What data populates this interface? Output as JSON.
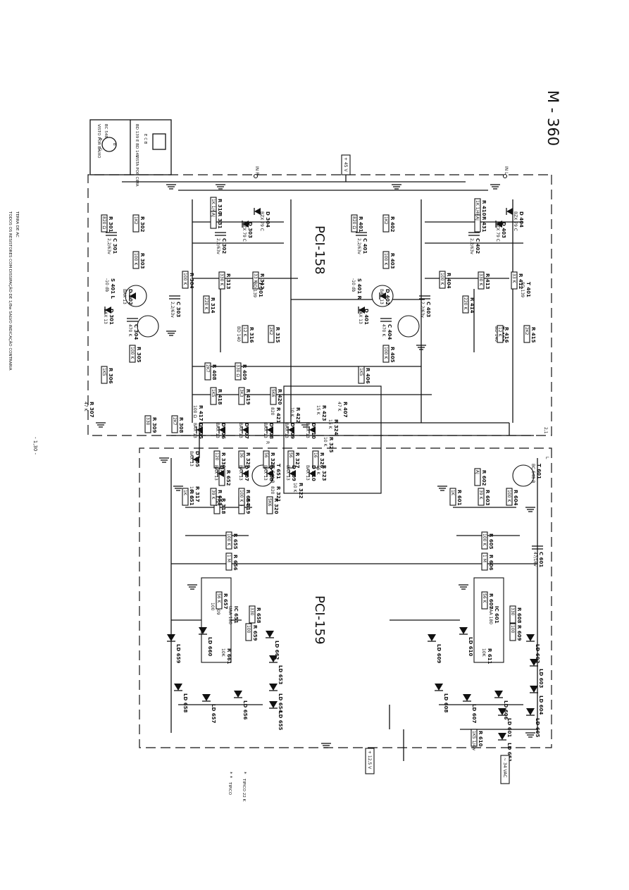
{
  "page": {
    "model": "M - 360",
    "page_number": "- 1,30 -"
  },
  "boards": {
    "pci158": "PCI-158",
    "pci159": "PCI-159"
  },
  "notes": {
    "resistors": "TODOS OS RESISTORES COM DISSIPAÇÃO DE 1/8w SALVO INDICAÇÃO CONTRARIA",
    "ground_symbol": "TERRA DE AC",
    "star1_symbol": "*",
    "star1_text": "TIPICO 22 K",
    "star2_symbol": "* *",
    "star2_text": "TIPICO"
  },
  "views": {
    "left": {
      "title": "VISTO POR BAIXO",
      "part": "BC 548",
      "pins": [
        "E",
        "B",
        "C"
      ]
    },
    "right": {
      "title": "BD 139 E BD 140",
      "pins": "E C B",
      "label": "VISTA POR CIMA"
    }
  },
  "supplies": {
    "v1": "+ 45 V",
    "v2": "+ 12,5 V",
    "v3": "~ 34 VAC"
  },
  "terminals": {
    "in_r": "IN R",
    "in_l": "IN L",
    "t_24": "2,1",
    "t_r": "R",
    "t_l": "L"
  },
  "components": [
    {
      "ref": "R 410",
      "val": "1K 1/4w"
    },
    {
      "ref": "R 431",
      "val": "AJ"
    },
    {
      "ref": "R 402",
      "val": "1K2"
    },
    {
      "ref": "R 401",
      "val": "820 Ω"
    },
    {
      "ref": "C 401",
      "val": "2,2/63v"
    },
    {
      "ref": "C 402",
      "val": "2,2/63v"
    },
    {
      "ref": "R 403",
      "val": "100 K"
    },
    {
      "ref": "R 404",
      "val": "100 K"
    },
    {
      "ref": "C 403",
      "val": "2,2/63v"
    },
    {
      "ref": "R 412",
      "val": "33 K"
    },
    {
      "ref": "R 413",
      "val": "330 K"
    },
    {
      "ref": "R 414",
      "val": "220 K"
    },
    {
      "ref": "T 401",
      "val": "BD 139"
    },
    {
      "ref": "T 402",
      "val": "BD 140"
    },
    {
      "ref": "R 415",
      "val": "2K2"
    },
    {
      "ref": "R 416",
      "val": "12 K"
    },
    {
      "ref": "D 402",
      "val": "BAX 13"
    },
    {
      "ref": "D 401",
      "val": "BAX 13"
    },
    {
      "ref": "C 404",
      "val": "470 K"
    },
    {
      "ref": "R 405",
      "val": "100 K"
    },
    {
      "ref": "S 401 R",
      "val": "-10 db"
    },
    {
      "ref": "D 403",
      "val": "BZX 79 C"
    },
    {
      "ref": "D 404",
      "val": "BZX 79 C"
    },
    {
      "ref": "R 310",
      "val": "1K 1/4w"
    },
    {
      "ref": "R 331",
      "val": "AJ"
    },
    {
      "ref": "R 302",
      "val": "1K2"
    },
    {
      "ref": "R 301",
      "val": "820 Ω"
    },
    {
      "ref": "C 301",
      "val": "2,2/63v"
    },
    {
      "ref": "C 302",
      "val": "2,2/63v"
    },
    {
      "ref": "R 303",
      "val": "100 K"
    },
    {
      "ref": "R 304",
      "val": "100 K"
    },
    {
      "ref": "C 303",
      "val": "2,2/63v"
    },
    {
      "ref": "R 312",
      "val": "33 K"
    },
    {
      "ref": "R 313",
      "val": "330 K"
    },
    {
      "ref": "R 314",
      "val": "220 K"
    },
    {
      "ref": "T 301",
      "val": "BD 139"
    },
    {
      "ref": "T 302",
      "val": "BD 140"
    },
    {
      "ref": "R 315",
      "val": "2K2"
    },
    {
      "ref": "R 316",
      "val": "12 K"
    },
    {
      "ref": "D 302",
      "val": "BAX 13"
    },
    {
      "ref": "D 301",
      "val": "BAX 13"
    },
    {
      "ref": "C 304",
      "val": "470 K"
    },
    {
      "ref": "R 305",
      "val": "100 K"
    },
    {
      "ref": "S 401 L",
      "val": "-10 db"
    },
    {
      "ref": "D 303",
      "val": "BZX 79 C"
    },
    {
      "ref": "D 304",
      "val": "BZX 79 C"
    },
    {
      "ref": "R 406",
      "val": "1K5"
    },
    {
      "ref": "R 407",
      "val": "47 K"
    },
    {
      "ref": "R 306",
      "val": "1K5"
    },
    {
      "ref": "R 307",
      "val": "47 K"
    },
    {
      "ref": "R 409",
      "val": "330 Ω"
    },
    {
      "ref": "R 408",
      "val": "2K7"
    },
    {
      "ref": "R 308",
      "val": "2K7"
    },
    {
      "ref": "R 309",
      "val": "330"
    },
    {
      "ref": "R 420",
      "val": "5K6"
    },
    {
      "ref": "R 419",
      "val": "3K3"
    },
    {
      "ref": "R 418",
      "val": "1K5"
    },
    {
      "ref": "R 417",
      "val": "100 Ω"
    },
    {
      "ref": "R 423",
      "val": "15 K"
    },
    {
      "ref": "R 422",
      "val": "10 K"
    },
    {
      "ref": "R 421",
      "val": "820"
    },
    {
      "ref": "R 324",
      "val": "15 K"
    },
    {
      "ref": "R 325",
      "val": "10 K"
    },
    {
      "ref": "R 326",
      "val": "16"
    },
    {
      "ref": "R 327",
      "val": "56"
    },
    {
      "ref": "R 328",
      "val": "56"
    },
    {
      "ref": "R 329",
      "val": "36"
    },
    {
      "ref": "R 330",
      "val": "120"
    },
    {
      "ref": "R 323",
      "val": "15 K"
    },
    {
      "ref": "R 322",
      "val": "10 K"
    },
    {
      "ref": "R 321",
      "val": "820"
    },
    {
      "ref": "R 320",
      "val": "5K6"
    },
    {
      "ref": "R 319",
      "val": "3K3"
    },
    {
      "ref": "R 318",
      "val": "1K5"
    },
    {
      "ref": "R 317",
      "val": "100 Ω"
    },
    {
      "ref": "D 410",
      "val": "BAX 13"
    },
    {
      "ref": "D 409",
      "val": "BAX 13"
    },
    {
      "ref": "D 408",
      "val": "BAX 13"
    },
    {
      "ref": "D 407",
      "val": "BAX 13"
    },
    {
      "ref": "D 406",
      "val": "BAX 13"
    },
    {
      "ref": "D 405",
      "val": "BAX 13"
    },
    {
      "ref": "D 310",
      "val": "BAX 13"
    },
    {
      "ref": "D 309",
      "val": "BAX 13"
    },
    {
      "ref": "D 308",
      "val": "BAX 13"
    },
    {
      "ref": "D 307",
      "val": "BAX 13"
    },
    {
      "ref": "D 306",
      "val": "BAX 13"
    },
    {
      "ref": "D 305",
      "val": "BAX 13"
    },
    {
      "ref": "R 652",
      "val": "AJ"
    },
    {
      "ref": "R 651",
      "val": "1K"
    },
    {
      "ref": "R 653",
      "val": "39 K"
    },
    {
      "ref": "R 654",
      "val": "100 K"
    },
    {
      "ref": "T 651",
      "val": "BC 548 B"
    },
    {
      "ref": "R 655",
      "val": "100 K"
    },
    {
      "ref": "R 656",
      "val": "1 M"
    },
    {
      "ref": "R 657",
      "val": "56 K"
    },
    {
      "ref": "R 658",
      "val": "330"
    },
    {
      "ref": "R 659",
      "val": "100"
    },
    {
      "ref": "R 661",
      "val": "10K"
    },
    {
      "ref": "IC 651",
      "val": "UAA 180"
    },
    {
      "ref": "R 602",
      "val": "AJ"
    },
    {
      "ref": "R 601",
      "val": "1K"
    },
    {
      "ref": "R 603",
      "val": "39 K"
    },
    {
      "ref": "R 604",
      "val": "100 K"
    },
    {
      "ref": "T 601",
      "val": "BC 548 B"
    },
    {
      "ref": "R 605",
      "val": "100 K"
    },
    {
      "ref": "R 606",
      "val": "1 M"
    },
    {
      "ref": "R 607",
      "val": "56 K"
    },
    {
      "ref": "R 608",
      "val": "330"
    },
    {
      "ref": "R 609",
      "val": "100"
    },
    {
      "ref": "R 611",
      "val": "10K"
    },
    {
      "ref": "IC 601",
      "val": "UAA 180"
    },
    {
      "ref": "C 601",
      "val": "47/16v"
    },
    {
      "ref": "R 610",
      "val": "1K5 1/4w"
    }
  ],
  "leds": [
    "LD 659",
    "LD 660",
    "LD 662",
    "LD 653",
    "LD 654",
    "LD 655",
    "LD 656",
    "LD 657",
    "LD 658",
    "LD 609",
    "LD 610",
    "LD 602",
    "LD 603",
    "LD 604",
    "LD 605",
    "LD 606",
    "LD 607",
    "LD 608",
    "LD 601",
    "LD 651"
  ]
}
